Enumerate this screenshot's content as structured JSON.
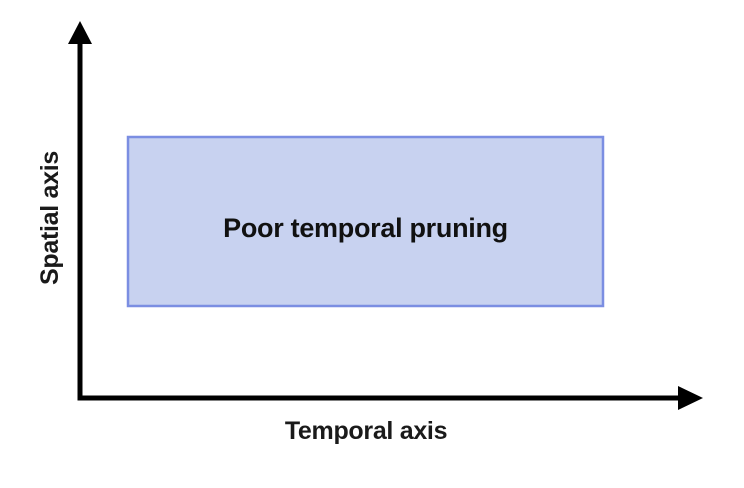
{
  "figure": {
    "background": "#ffffff",
    "axes": {
      "color": "#000000",
      "x_label": "Temporal axis",
      "y_label": "Spatial axis",
      "label_color": "#1a1a1a"
    },
    "region": {
      "label": "Poor temporal pruning",
      "fill": "#c8d2f0",
      "border": "#7b8ee2",
      "text_color": "#111111"
    }
  }
}
